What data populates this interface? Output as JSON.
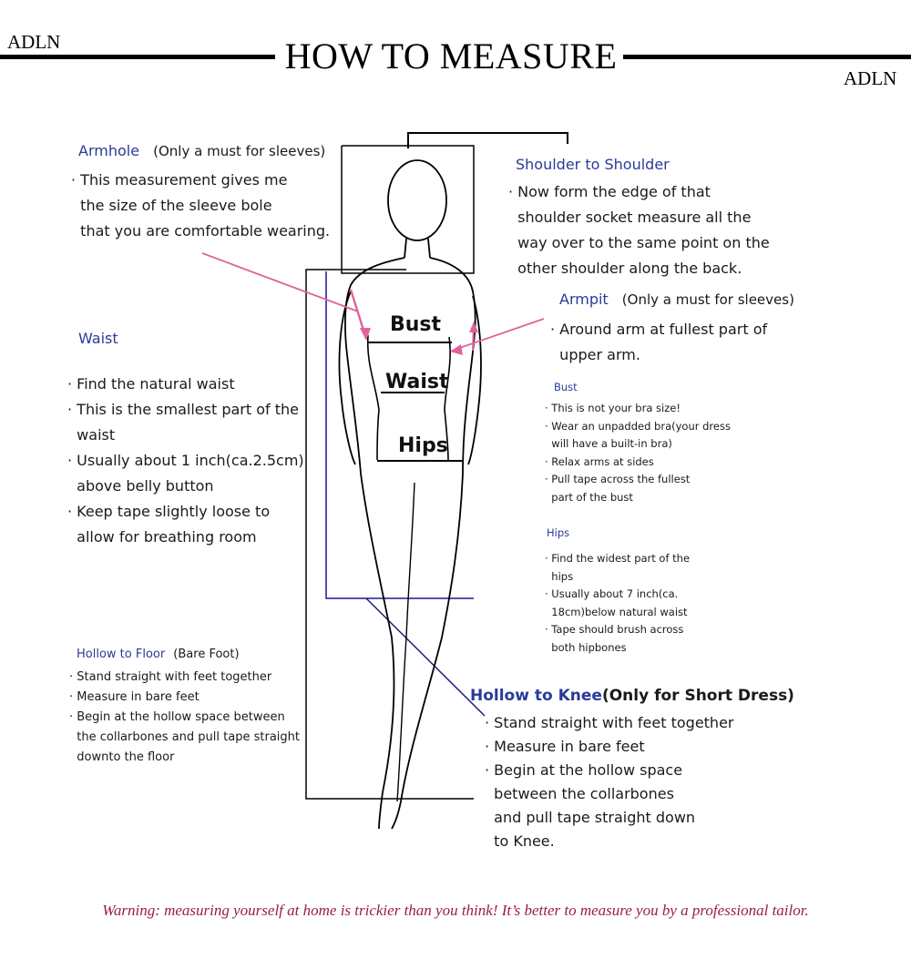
{
  "brand": {
    "left_logo": "ADLN",
    "right_logo": "ADLN"
  },
  "title": "HOW TO MEASURE",
  "figure": {
    "bust_label": "Bust",
    "waist_label": "Waist",
    "hips_label": "Hips"
  },
  "sections": {
    "armhole": {
      "heading": "Armhole",
      "note": "(Only a must for sleeves)",
      "lines": [
        "· This measurement gives me",
        "  the size of the sleeve bole",
        "  that you are comfortable wearing."
      ]
    },
    "shoulder": {
      "heading": "Shoulder to Shoulder",
      "lines": [
        "· Now form the edge of that",
        "  shoulder socket measure all the",
        "  way over to the same point on the",
        "  other shoulder along the back."
      ]
    },
    "armpit": {
      "heading": "Armpit",
      "note": "(Only a must for sleeves)",
      "lines": [
        "· Around arm at fullest part of",
        "  upper arm."
      ]
    },
    "waist": {
      "heading": "Waist",
      "lines": [
        "· Find the natural waist",
        "· This is the smallest part of the",
        "  waist",
        "· Usually about 1 inch(ca.2.5cm)",
        "  above belly button",
        "· Keep tape slightly loose to",
        "  allow for breathing room"
      ]
    },
    "bust": {
      "heading": "Bust",
      "lines": [
        "· This is not your bra size!",
        "· Wear an unpadded bra(your dress",
        "  will have a built-in bra)",
        "· Relax arms at sides",
        "· Pull tape across the fullest",
        "  part of the bust"
      ]
    },
    "hips": {
      "heading": "Hips",
      "lines": [
        "· Find the widest part of the",
        "  hips",
        "· Usually about 7 inch(ca.",
        "  18cm)below natural waist",
        "· Tape should brush across",
        "  both hipbones"
      ]
    },
    "hollow_floor": {
      "heading": "Hollow to Floor",
      "note": "(Bare Foot)",
      "lines": [
        "· Stand straight with feet together",
        "· Measure in bare feet",
        "· Begin at the hollow space between",
        "  the collarbones and pull tape straight",
        "  downto the floor"
      ]
    },
    "hollow_knee": {
      "heading": "Hollow to Knee",
      "note": "(Only for Short Dress)",
      "lines": [
        "· Stand straight with feet together",
        "· Measure in bare feet",
        "· Begin at the hollow space",
        "  between the collarbones",
        "  and pull tape straight down",
        "  to Knee."
      ]
    }
  },
  "warning": "Warning: measuring yourself at home is trickier than you think! It’s better to measure you by a professional tailor.",
  "colors": {
    "heading_blue": "#2a3a9a",
    "arrow_pink": "#e0649a",
    "warning_red": "#9a1f3d",
    "knee_line_blue": "#1a1a8a"
  }
}
